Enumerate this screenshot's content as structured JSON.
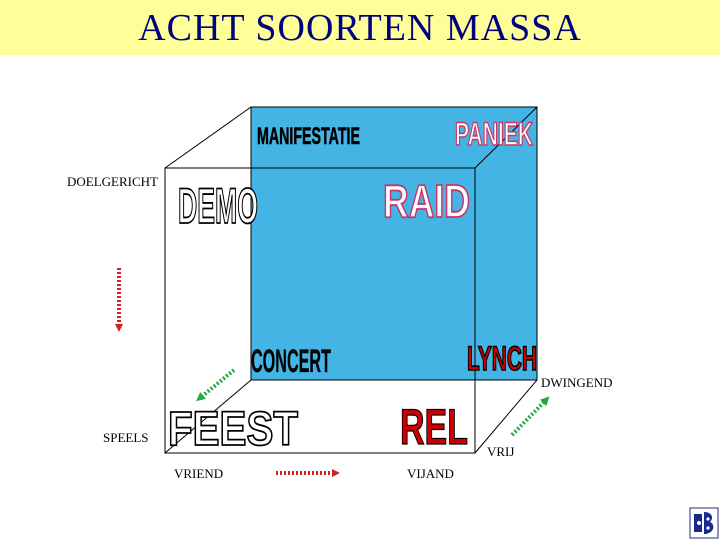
{
  "title": "ACHT SOORTEN MASSA",
  "axes": {
    "goal_oriented": "DOELGERICHT",
    "playful": "SPEELS",
    "coercive": "DWINGEND",
    "free": "VRIJ",
    "friend": "VRIEND",
    "enemy": "VIJAND"
  },
  "masses": {
    "manifestatie": "MANIFESTATIE",
    "paniek": "PANIEK",
    "demo": "DEMO",
    "raid": "RAID",
    "concert": "CONCERT",
    "lynch": "LYNCH",
    "feest": "FEEST",
    "rel": "REL"
  },
  "colors": {
    "title_bg": "#ffff99",
    "title_text": "#000080",
    "back_face": "#44b4e4",
    "arrow_red": "#cc2222",
    "arrow_green": "#22aa44",
    "word_dark": "#000000",
    "word_red": "#cc0000",
    "word_pink_fill": "#ffffff",
    "word_pink_stroke": "#cc3366"
  }
}
